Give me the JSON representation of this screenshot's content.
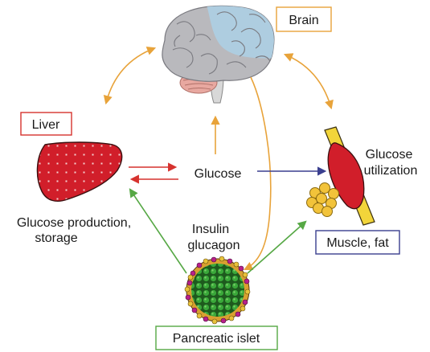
{
  "labels": {
    "brain": "Brain",
    "liver": "Liver",
    "glucose": "Glucose",
    "glucose_production": "Glucose production,",
    "storage": "storage",
    "glucose_utilization_1": "Glucose",
    "glucose_utilization_2": "utilization",
    "insulin": "Insulin",
    "glucagon": "glucagon",
    "muscle_fat": "Muscle, fat",
    "pancreatic_islet": "Pancreatic islet"
  },
  "colors": {
    "brain_box": "#e8a33a",
    "liver_box": "#d6322e",
    "muscle_box": "#3a3f8f",
    "islet_box": "#56a845",
    "arrow_orange": "#e8a33a",
    "arrow_red": "#d6322e",
    "arrow_blue": "#3a3f8f",
    "arrow_green": "#56a845"
  },
  "icons": {
    "brain": "brain-icon",
    "liver": "liver-icon",
    "muscle": "muscle-icon",
    "fat": "fat-cells-icon",
    "islet": "pancreatic-islet-icon"
  }
}
